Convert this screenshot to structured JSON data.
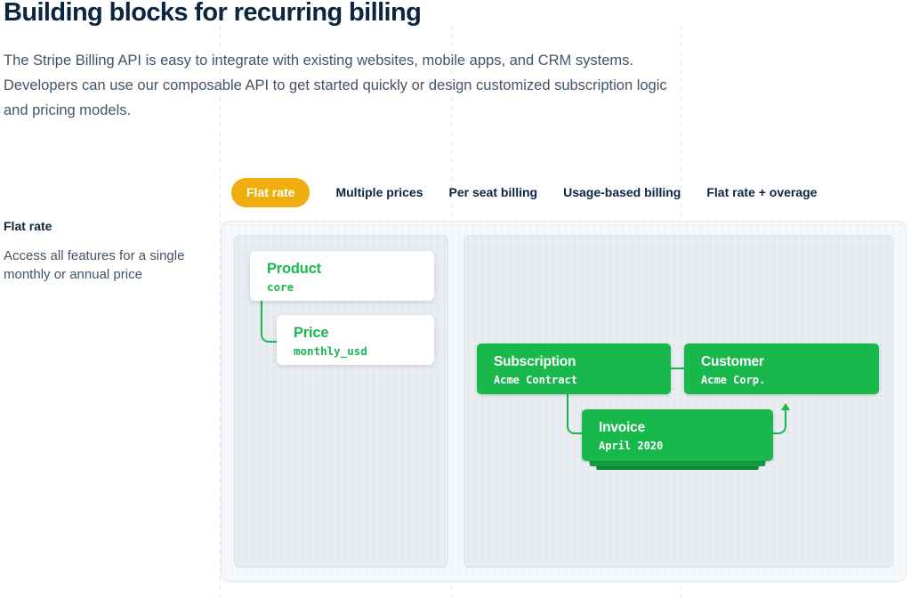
{
  "page": {
    "title": "Building blocks for recurring billing",
    "description": "The Stripe Billing API is easy to integrate with existing websites, mobile apps, and CRM systems. Developers can use our composable API to get started quickly or design customized subscription logic and pricing models."
  },
  "tabs": [
    {
      "label": "Flat rate",
      "active": true
    },
    {
      "label": "Multiple prices",
      "active": false
    },
    {
      "label": "Per seat billing",
      "active": false
    },
    {
      "label": "Usage-based billing",
      "active": false
    },
    {
      "label": "Flat rate + overage",
      "active": false
    }
  ],
  "sidebar": {
    "heading": "Flat rate",
    "description": "Access all features for a single monthly or annual price"
  },
  "diagram": {
    "product": {
      "title": "Product",
      "value": "core"
    },
    "price": {
      "title": "Price",
      "value": "monthly_usd"
    },
    "subscription": {
      "title": "Subscription",
      "value": "Acme Contract"
    },
    "customer": {
      "title": "Customer",
      "value": "Acme Corp."
    },
    "invoice": {
      "title": "Invoice",
      "value": "April 2020"
    }
  },
  "colors": {
    "accent_green": "#18b84c",
    "stack_green_mid": "#14a042",
    "stack_green_dark": "#0e8538",
    "active_tab_yellow": "#efad0e",
    "heading_navy": "#0a2540",
    "body_text_gray": "#425466"
  }
}
